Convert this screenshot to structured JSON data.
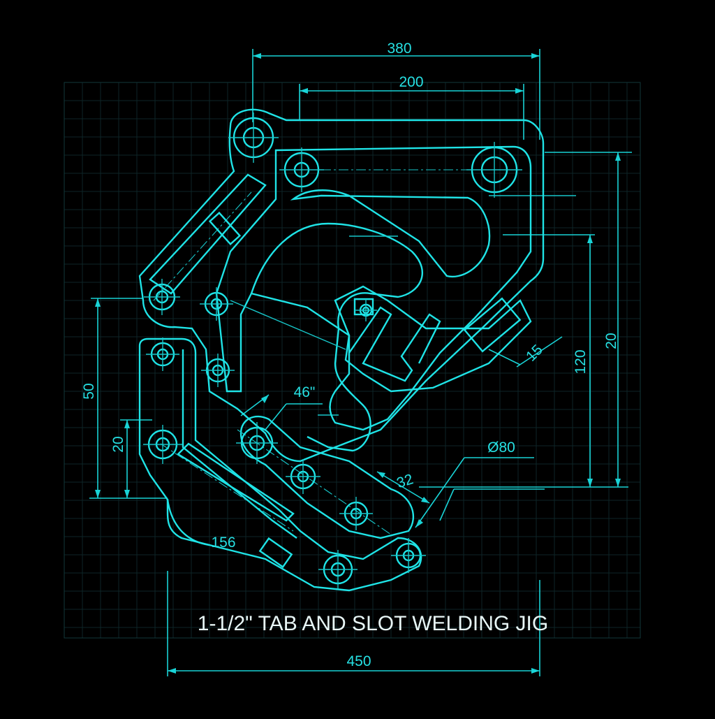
{
  "drawing": {
    "title": "1-1/2\" TAB AND SLOT WELDING JIG",
    "colors": {
      "background": "#000000",
      "line": "#1fe3e6",
      "grid": "#0f2a2c",
      "title": "#e8f6f6"
    },
    "dimensions": {
      "top_outer": "380",
      "top_inner": "200",
      "right_outer": "20",
      "right_inner": "120",
      "right_small": "15",
      "left_outer": "50",
      "left_inner": "20",
      "angle": "46\"",
      "diameter": "Ø80",
      "gap": "32",
      "bottom_left": "156",
      "bottom_overall": "450"
    }
  }
}
